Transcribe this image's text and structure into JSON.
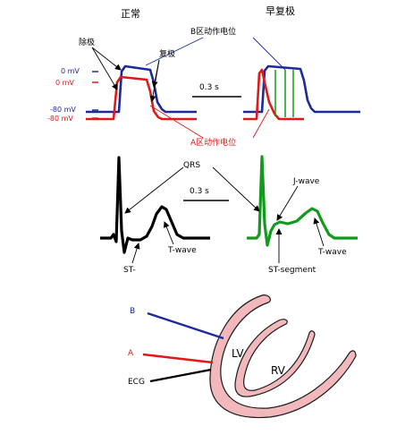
{
  "headings": {
    "normal": "正常",
    "early_repol": "早复极"
  },
  "ap_labels": {
    "b_ap": "B区动作电位",
    "a_ap": "A区动作电位",
    "depol": "除极",
    "repol": "复极",
    "time_scale": "0.3 s",
    "b_zero": "0 mV",
    "a_zero": "0 mV",
    "b_rest": "-80 mV",
    "a_rest": "-80 mV"
  },
  "ecg_labels": {
    "qrs": "QRS",
    "time_scale": "0.3 s",
    "st_normal": "ST-",
    "t_wave_normal": "T-wave",
    "j_wave": "J-wave",
    "st_segment": "ST-segment",
    "t_wave_er": "T-wave"
  },
  "heart": {
    "lead_b": "B",
    "lead_a": "A",
    "lead_ecg": "ECG",
    "lv": "LV",
    "rv": "RV"
  },
  "colors": {
    "b_zone": "#1c2a9a",
    "a_zone": "#e01818",
    "ecg_normal": "#000000",
    "ecg_er": "#119a1c",
    "myocardium": "#f2b8bc"
  }
}
